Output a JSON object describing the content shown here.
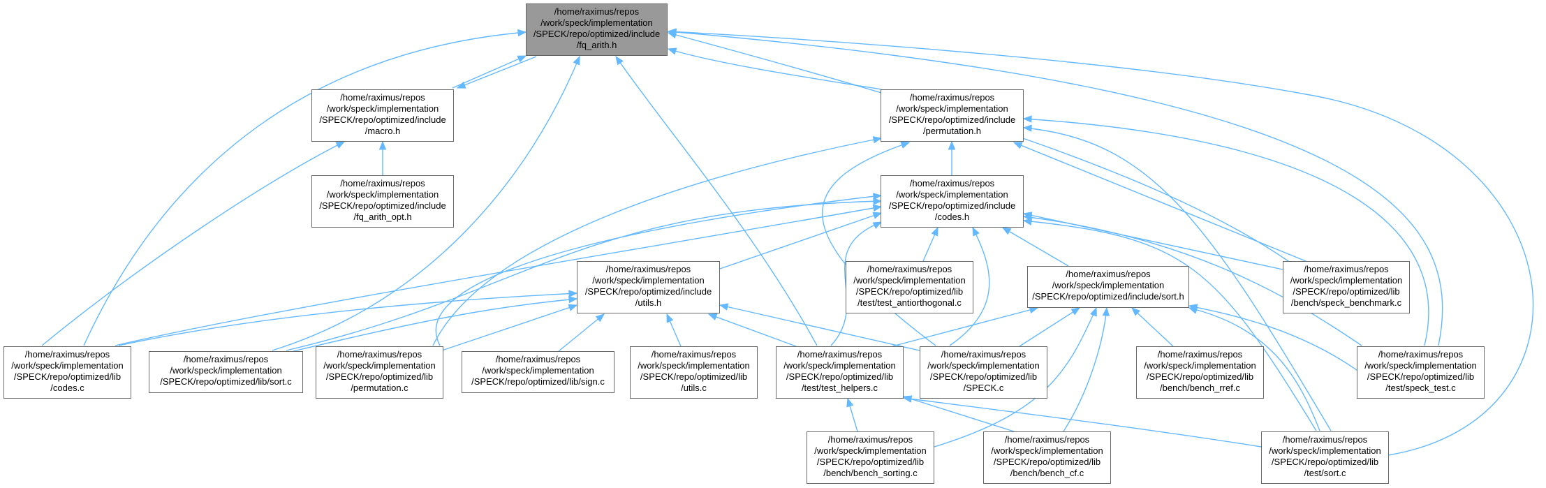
{
  "colors": {
    "edge": "#63b8ff",
    "node_border": "#666666",
    "root_fill": "#999999"
  },
  "nodes": {
    "fq_arith_h": [
      "/home/raximus/repos",
      "/work/speck/implementation",
      "/SPECK/repo/optimized/include",
      "/fq_arith.h"
    ],
    "macro_h": [
      "/home/raximus/repos",
      "/work/speck/implementation",
      "/SPECK/repo/optimized/include",
      "/macro.h"
    ],
    "fq_arith_opt_h": [
      "/home/raximus/repos",
      "/work/speck/implementation",
      "/SPECK/repo/optimized/include",
      "/fq_arith_opt.h"
    ],
    "permutation_h": [
      "/home/raximus/repos",
      "/work/speck/implementation",
      "/SPECK/repo/optimized/include",
      "/permutation.h"
    ],
    "codes_h": [
      "/home/raximus/repos",
      "/work/speck/implementation",
      "/SPECK/repo/optimized/include",
      "/codes.h"
    ],
    "utils_h": [
      "/home/raximus/repos",
      "/work/speck/implementation",
      "/SPECK/repo/optimized/include",
      "/utils.h"
    ],
    "test_antiorthogonal_c": [
      "/home/raximus/repos",
      "/work/speck/implementation",
      "/SPECK/repo/optimized/lib",
      "/test/test_antiorthogonal.c"
    ],
    "sort_h": [
      "/home/raximus/repos",
      "/work/speck/implementation",
      "/SPECK/repo/optimized/include/sort.h"
    ],
    "speck_benchmark_c": [
      "/home/raximus/repos",
      "/work/speck/implementation",
      "/SPECK/repo/optimized/lib",
      "/bench/speck_benchmark.c"
    ],
    "codes_c": [
      "/home/raximus/repos",
      "/work/speck/implementation",
      "/SPECK/repo/optimized/lib",
      "/codes.c"
    ],
    "sort_c": [
      "/home/raximus/repos",
      "/work/speck/implementation",
      "/SPECK/repo/optimized/lib/sort.c"
    ],
    "permutation_c": [
      "/home/raximus/repos",
      "/work/speck/implementation",
      "/SPECK/repo/optimized/lib",
      "/permutation.c"
    ],
    "sign_c": [
      "/home/raximus/repos",
      "/work/speck/implementation",
      "/SPECK/repo/optimized/lib/sign.c"
    ],
    "utils_c": [
      "/home/raximus/repos",
      "/work/speck/implementation",
      "/SPECK/repo/optimized/lib",
      "/utils.c"
    ],
    "test_helpers_c": [
      "/home/raximus/repos",
      "/work/speck/implementation",
      "/SPECK/repo/optimized/lib",
      "/test/test_helpers.c"
    ],
    "speck_c": [
      "/home/raximus/repos",
      "/work/speck/implementation",
      "/SPECK/repo/optimized/lib",
      "/SPECK.c"
    ],
    "bench_rref_c": [
      "/home/raximus/repos",
      "/work/speck/implementation",
      "/SPECK/repo/optimized/lib",
      "/bench/bench_rref.c"
    ],
    "speck_test_c": [
      "/home/raximus/repos",
      "/work/speck/implementation",
      "/SPECK/repo/optimized/lib",
      "/test/speck_test.c"
    ],
    "bench_sorting_c": [
      "/home/raximus/repos",
      "/work/speck/implementation",
      "/SPECK/repo/optimized/lib",
      "/bench/bench_sorting.c"
    ],
    "bench_cf_c": [
      "/home/raximus/repos",
      "/work/speck/implementation",
      "/SPECK/repo/optimized/lib",
      "/bench/bench_cf.c"
    ],
    "test_sort_c": [
      "/home/raximus/repos",
      "/work/speck/implementation",
      "/SPECK/repo/optimized/lib",
      "/test/sort.c"
    ]
  }
}
